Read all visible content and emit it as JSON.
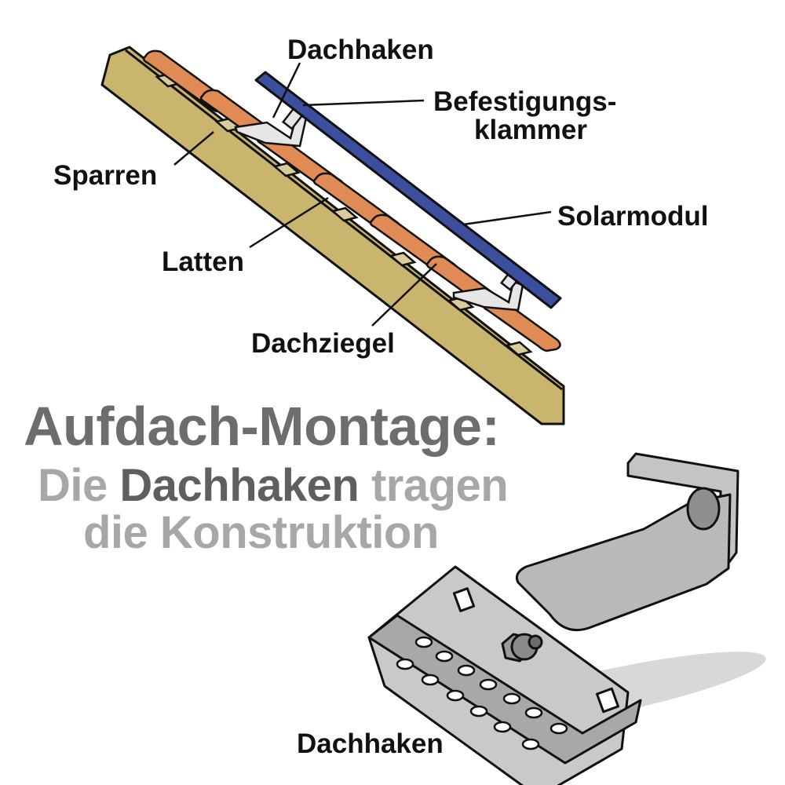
{
  "labels": {
    "dachhaken_top": "Dachhaken",
    "befestigung_line1": "Befestigungs-",
    "befestigung_line2": "klammer",
    "sparren": "Sparren",
    "solarmodul": "Solarmodul",
    "latten": "Latten",
    "dachziegel": "Dachziegel",
    "dachhaken_bottom": "Dachhaken"
  },
  "title": "Aufdach-Montage:",
  "subtitle": {
    "part1": "Die ",
    "highlight": "Dachhaken",
    "part2": " tragen",
    "line2": "die Konstruktion"
  },
  "colors": {
    "rafter": "#c9b56e",
    "tile": "#e08a55",
    "solar_panel": "#3b4f9e",
    "hook_metal": "#b9b9b9",
    "title_text": "#6d6d6d",
    "subtitle_text": "#a7a7a7"
  }
}
